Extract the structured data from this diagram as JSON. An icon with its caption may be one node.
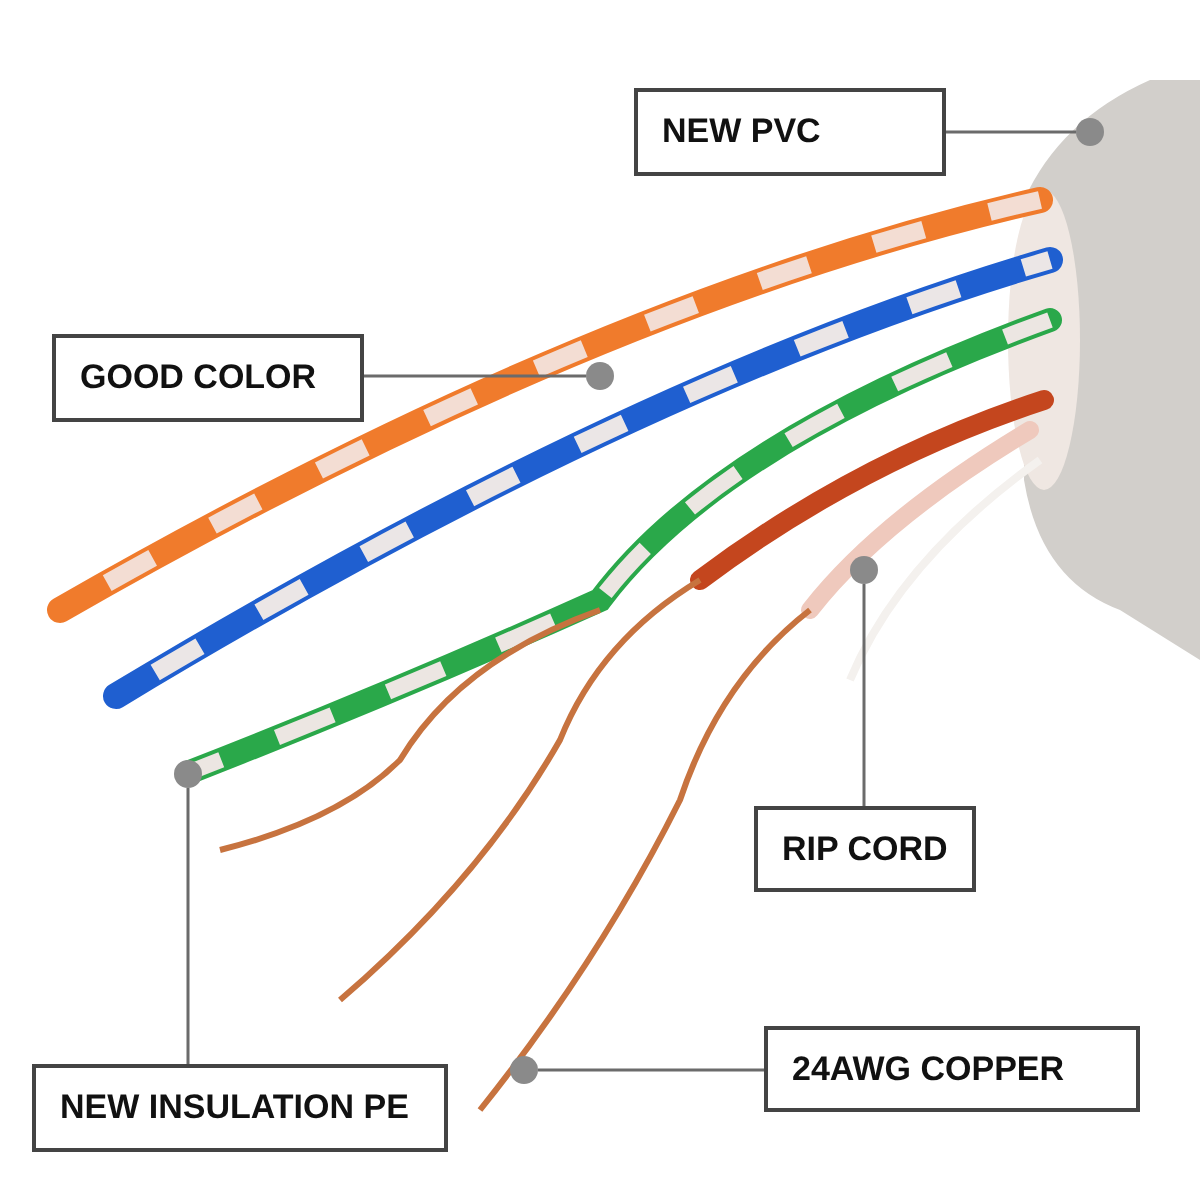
{
  "diagram": {
    "nodes": [
      {
        "text": [
          "NEW PVC"
        ]
      },
      {
        "text": [
          "GOOD COLOR"
        ]
      },
      {
        "text": [
          "RIP CORD"
        ]
      },
      {
        "text": [
          "24AWG COPPER"
        ]
      },
      {
        "text": [
          "NEW INSULATION PE"
        ]
      },
      {
        "text": [],
        "shape": "circle"
      },
      {
        "text": [],
        "shape": "circle"
      },
      {
        "text": [],
        "shape": "circle"
      },
      {
        "text": [],
        "shape": "circle"
      },
      {
        "text": [],
        "shape": "circle"
      }
    ],
    "edges": [
      {
        "from": 0,
        "to": 5,
        "arrow": "none"
      },
      {
        "from": 1,
        "to": 6,
        "arrow": "none"
      },
      {
        "from": 2,
        "to": 7,
        "arrow": "none"
      },
      {
        "from": 3,
        "to": 8,
        "arrow": "none"
      },
      {
        "from": 4,
        "to": 9,
        "arrow": "none"
      }
    ]
  }
}
